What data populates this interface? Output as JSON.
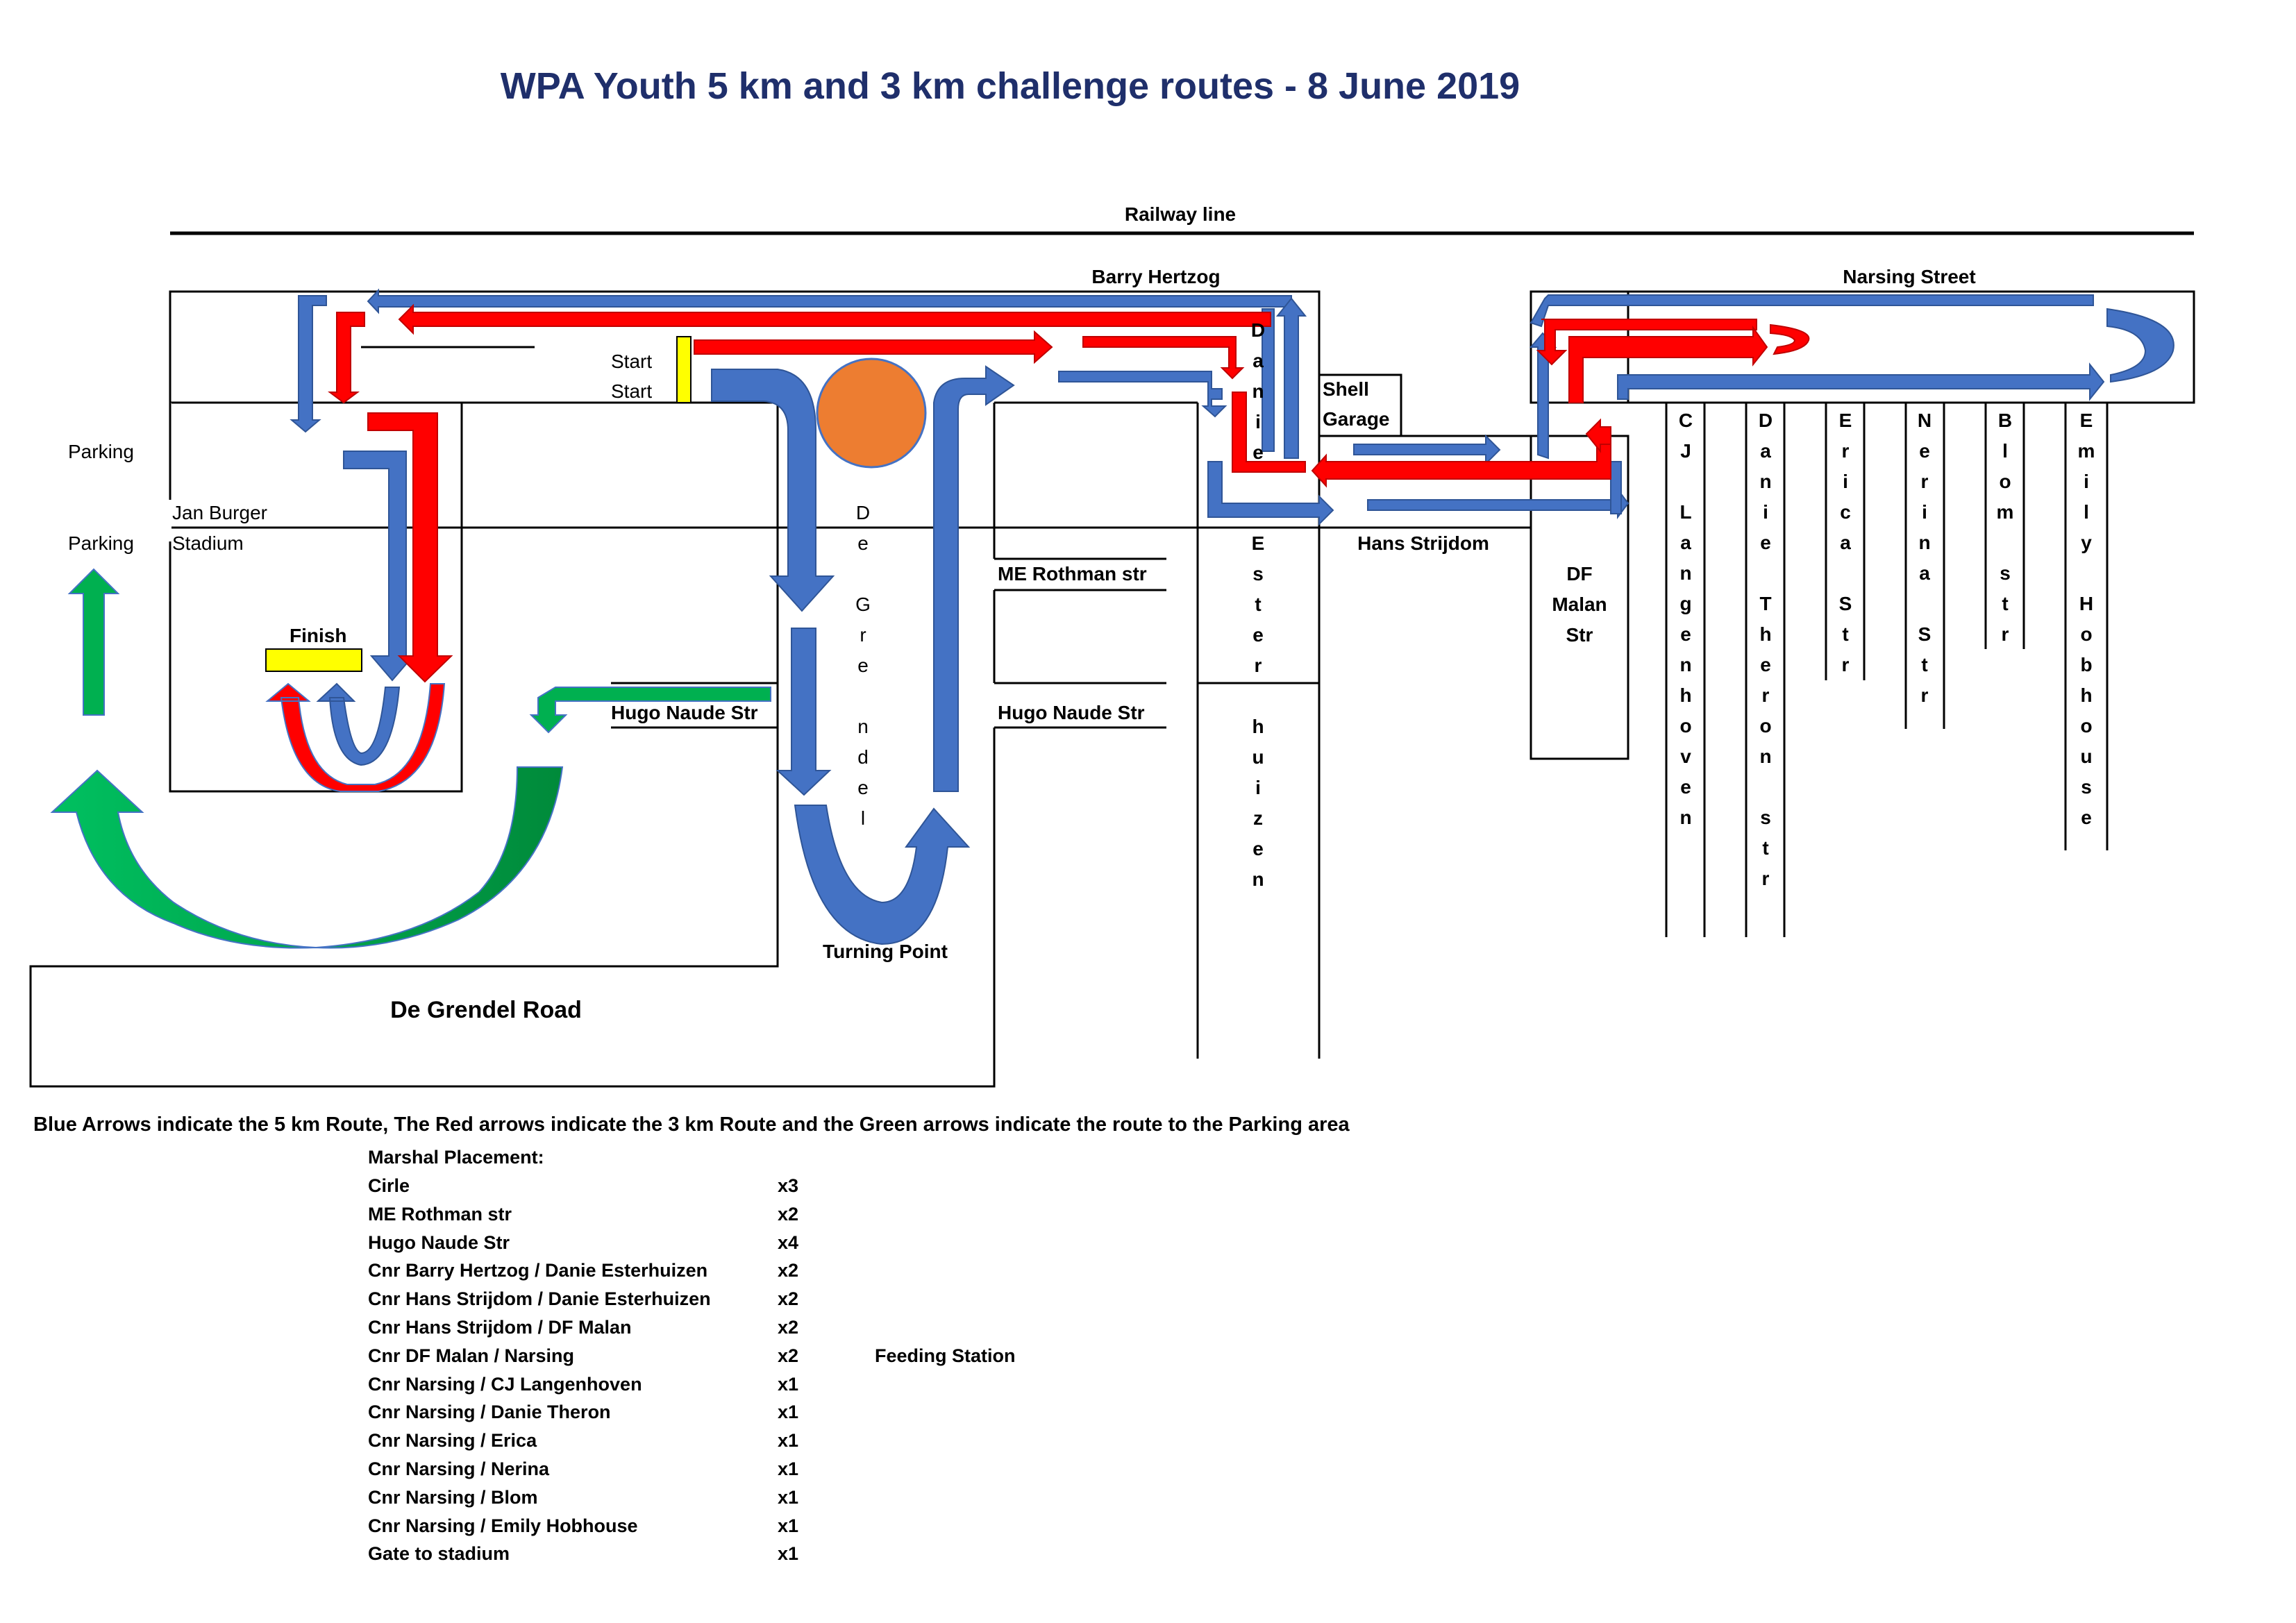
{
  "title": "WPA Youth 5 km and 3 km challenge routes - 8 June 2019",
  "labels": {
    "railway": "Railway line",
    "barry_hertzog": "Barry Hertzog",
    "narsing_street": "Narsing Street",
    "start1": "Start",
    "start2": "Start",
    "parking1": "Parking",
    "parking2": "Parking",
    "jan_burger": "Jan Burger",
    "stadium": "Stadium",
    "finish": "Finish",
    "hugo_naude_left": "Hugo Naude Str",
    "hugo_naude_right": "Hugo Naude Str",
    "me_rothman": "ME Rothman str",
    "turning_point": "Turning Point",
    "de_grendel_road": "De Grendel Road",
    "shell": "Shell",
    "garage": "Garage",
    "hans_strijdom": "Hans Strijdom",
    "df_malan_1": "DF",
    "df_malan_2": "Malan",
    "df_malan_3": "Str"
  },
  "vertical_streets": {
    "de_grendel": [
      "D",
      "e",
      "",
      "G",
      "r",
      "e",
      "",
      "n",
      "d",
      "e",
      "l"
    ],
    "danie_esterhuizen_top": [
      "D",
      "a",
      "n",
      "i",
      "e"
    ],
    "esterhuizen": [
      "E",
      "s",
      "t",
      "e",
      "r",
      "",
      "h",
      "u",
      "i",
      "z",
      "e",
      "n"
    ],
    "cj_langenhoven": [
      "C",
      "J",
      "",
      "L",
      "a",
      "n",
      "g",
      "e",
      "n",
      "h",
      "o",
      "v",
      "e",
      "n"
    ],
    "danie_theron": [
      "D",
      "a",
      "n",
      "i",
      "e",
      "",
      "T",
      "h",
      "e",
      "r",
      "o",
      "n",
      "",
      "s",
      "t",
      "r"
    ],
    "erica": [
      "E",
      "r",
      "i",
      "c",
      "a",
      "",
      "S",
      "t",
      "r"
    ],
    "nerina": [
      "N",
      "e",
      "r",
      "i",
      "n",
      "a",
      "",
      "S",
      "t",
      "r"
    ],
    "blom": [
      "B",
      "l",
      "o",
      "m",
      "",
      "s",
      "t",
      "r"
    ],
    "emily_hobhouse": [
      "E",
      "m",
      "i",
      "l",
      "y",
      "",
      "H",
      "o",
      "b",
      "h",
      "o",
      "u",
      "s",
      "e"
    ]
  },
  "legend": "Blue Arrows indicate the 5 km Route, The Red arrows indicate the 3 km Route and the Green arrows indicate the route to the Parking area",
  "marshal": {
    "heading": "Marshal Placement:",
    "rows": [
      {
        "place": "Cirle",
        "count": "x3",
        "note": ""
      },
      {
        "place": "ME Rothman str",
        "count": "x2",
        "note": ""
      },
      {
        "place": "Hugo Naude Str",
        "count": "x4",
        "note": ""
      },
      {
        "place": "Cnr Barry Hertzog / Danie Esterhuizen",
        "count": "x2",
        "note": ""
      },
      {
        "place": "Cnr Hans Strijdom / Danie Esterhuizen",
        "count": "x2",
        "note": ""
      },
      {
        "place": "Cnr Hans Strijdom / DF Malan",
        "count": "x2",
        "note": ""
      },
      {
        "place": "Cnr DF Malan / Narsing",
        "count": "x2",
        "note": "Feeding Station"
      },
      {
        "place": "Cnr Narsing / CJ Langenhoven",
        "count": "x1",
        "note": ""
      },
      {
        "place": "Cnr Narsing / Danie Theron",
        "count": "x1",
        "note": ""
      },
      {
        "place": "Cnr Narsing / Erica",
        "count": "x1",
        "note": ""
      },
      {
        "place": "Cnr Narsing / Nerina",
        "count": "x1",
        "note": ""
      },
      {
        "place": "Cnr Narsing / Blom",
        "count": "x1",
        "note": ""
      },
      {
        "place": "Cnr Narsing / Emily Hobhouse",
        "count": "x1",
        "note": ""
      },
      {
        "place": "Gate to stadium",
        "count": "x1",
        "note": ""
      }
    ]
  },
  "colors": {
    "route_5km": "#4472c4",
    "route_3km": "#ff0000",
    "route_parking": "#00b050",
    "circle": "#ed7d31",
    "start_finish": "#ffff00",
    "title": "#1f2f6b"
  }
}
